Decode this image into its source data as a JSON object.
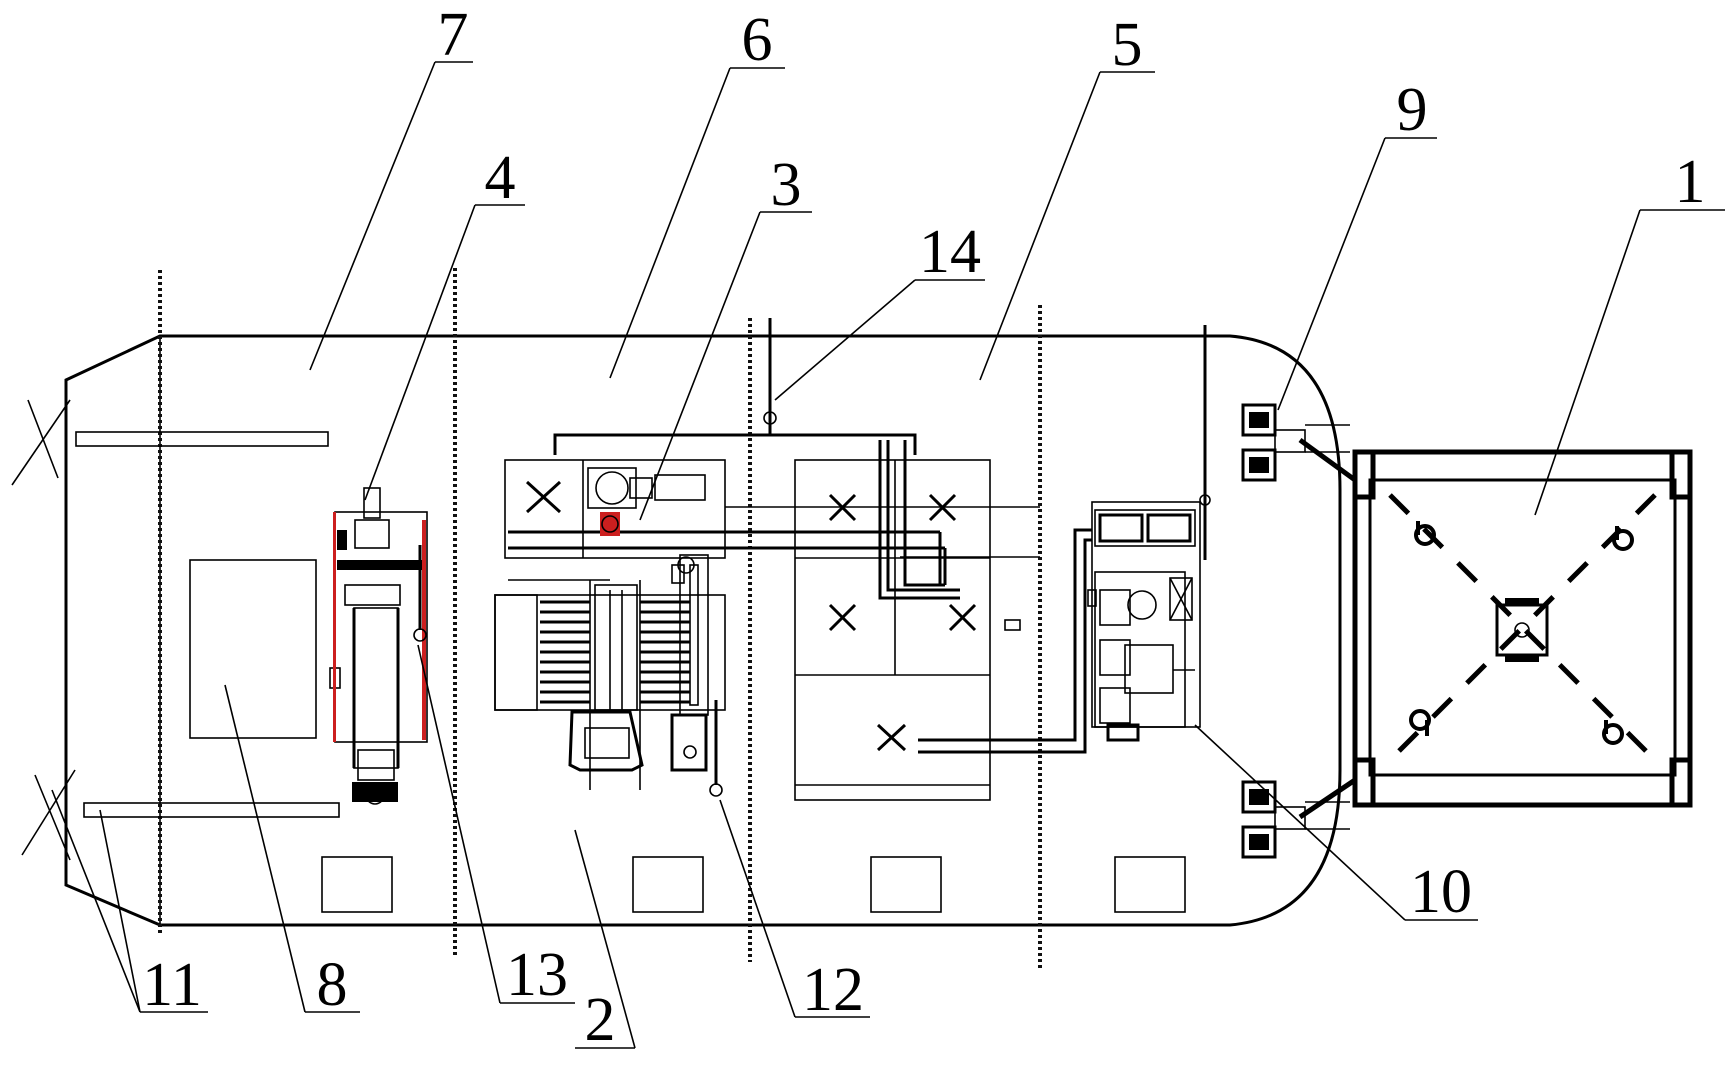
{
  "labels": {
    "barge": "1",
    "hull": "2",
    "pump_unit": "3",
    "winch": "4",
    "compartment_5": "5",
    "compartment_6": "6",
    "compartment_7": "7",
    "deck_house": "8",
    "hinge_9": "9",
    "control_unit_10": "10",
    "spud_11": "11",
    "pipe_12": "12",
    "pipe_13": "13",
    "pipe_14": "14"
  },
  "colors": {
    "line": "#000000",
    "accent_red": "#cc1f1f",
    "background": "#ffffff"
  }
}
